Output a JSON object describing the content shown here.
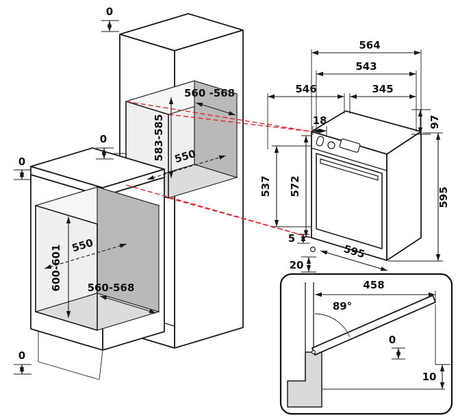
{
  "colors": {
    "line": "#1a1a1a",
    "projection_red": "#e8232a",
    "niche_back": "#b9b9b9",
    "niche_floor": "#dcdcdc",
    "niche_side": "#efefef",
    "niche_top": "#f6f6f6",
    "detail_step": "#d9d9d9"
  },
  "tall_cabinet": {
    "top_clearance": "0",
    "side_clearance": "0",
    "niche_width": "560 -568",
    "niche_height": "583-585",
    "niche_depth": "550"
  },
  "base_cabinet": {
    "top_clearance": "0",
    "bottom_clearance": "0",
    "niche_depth": "550",
    "niche_height": "600-601",
    "niche_width": "560-568"
  },
  "oven": {
    "depth_overall": "564",
    "depth_body": "543",
    "top_front": "546",
    "top_rear": "345",
    "front_lip": "18",
    "panel_height": "97",
    "body_height": "537",
    "front_height": "572",
    "overall_height": "595",
    "bottom_gap": "5",
    "front_width": "595",
    "plinth_recess": "20"
  },
  "door_detail": {
    "door_reach": "458",
    "open_angle": "89°",
    "top_gap": "0",
    "bottom_gap": "10"
  }
}
